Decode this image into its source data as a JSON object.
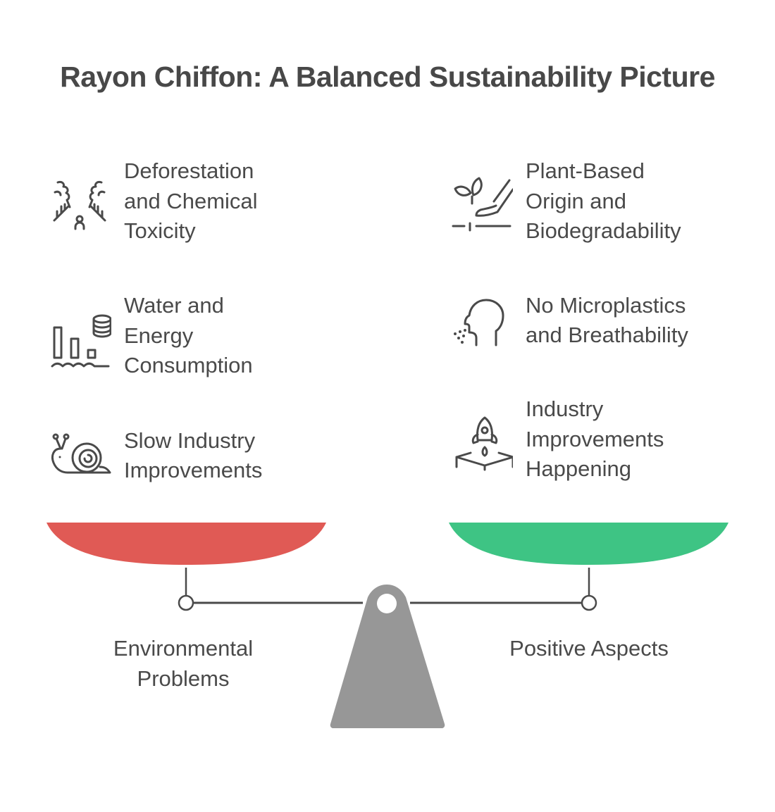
{
  "title": "Rayon Chiffon: A Balanced Sustainability Picture",
  "left": {
    "heading": "Environmental Problems",
    "heading_lines": [
      "Environmental",
      "Problems"
    ],
    "pan_color": "#e05a55",
    "items": [
      {
        "icon": "deforestation-icon",
        "lines": [
          "Deforestation",
          "and Chemical",
          "Toxicity"
        ]
      },
      {
        "icon": "water-energy-icon",
        "lines": [
          "Water and",
          "Energy",
          "Consumption"
        ]
      },
      {
        "icon": "snail-icon",
        "lines": [
          "Slow Industry",
          "Improvements"
        ]
      }
    ]
  },
  "right": {
    "heading": "Positive Aspects",
    "pan_color": "#3ec484",
    "items": [
      {
        "icon": "plant-hand-icon",
        "lines": [
          "Plant-Based",
          "Origin and",
          "Biodegradability"
        ]
      },
      {
        "icon": "head-breathing-icon",
        "lines": [
          "No Microplastics",
          "and Breathability"
        ]
      },
      {
        "icon": "rocket-launch-icon",
        "lines": [
          "Industry",
          "Improvements",
          "Happening"
        ]
      }
    ]
  },
  "scale": {
    "fulcrum_color": "#979797",
    "beam_color": "#4a4a4a"
  }
}
